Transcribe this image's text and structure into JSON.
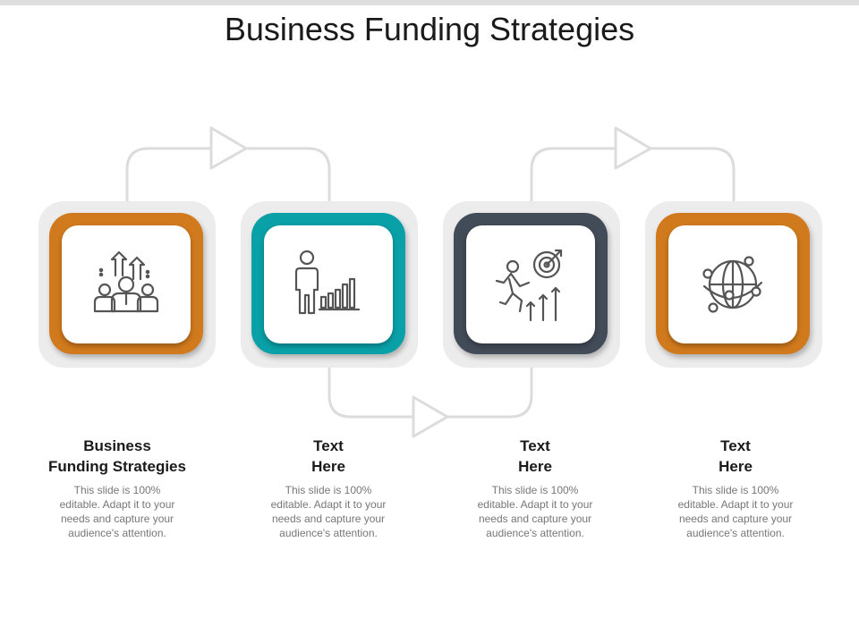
{
  "title": "Business Funding Strategies",
  "colors": {
    "orange": "#d17a1d",
    "teal": "#0aa0a8",
    "dark_slate": "#424b58",
    "connector": "#dcdcdc",
    "icon_stroke": "#555555"
  },
  "steps": [
    {
      "icon": "team-growth-icon",
      "frame_color": "#d17a1d",
      "title_lines": [
        "Business",
        "Funding Strategies"
      ],
      "body_lines": [
        "This slide is 100%",
        "editable. Adapt it to your",
        "needs and capture your",
        "audience's attention."
      ]
    },
    {
      "icon": "person-chart-icon",
      "frame_color": "#0aa0a8",
      "title_lines": [
        "Text",
        "Here"
      ],
      "body_lines": [
        "This slide is 100%",
        "editable. Adapt it to your",
        "needs and capture your",
        "audience's attention."
      ]
    },
    {
      "icon": "runner-target-icon",
      "frame_color": "#424b58",
      "title_lines": [
        "Text",
        "Here"
      ],
      "body_lines": [
        "This slide is 100%",
        "editable. Adapt it to your",
        "needs and capture your",
        "audience's attention."
      ]
    },
    {
      "icon": "globe-network-icon",
      "frame_color": "#d17a1d",
      "title_lines": [
        "Text",
        "Here"
      ],
      "body_lines": [
        "This slide is 100%",
        "editable. Adapt it to your",
        "needs and capture your",
        "audience's attention."
      ]
    }
  ]
}
